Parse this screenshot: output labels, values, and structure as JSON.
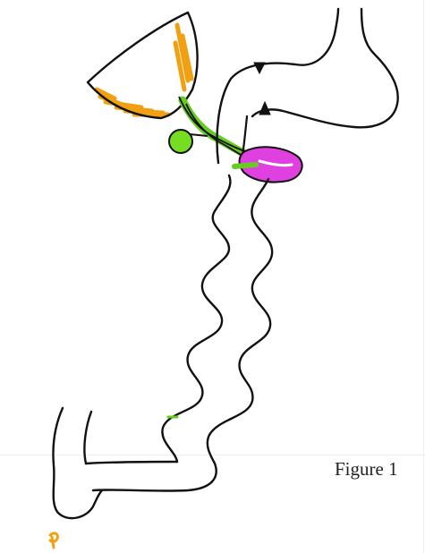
{
  "caption": "Figure 1",
  "colors": {
    "outline": "#111111",
    "liver": "#f0a010",
    "bile_duct": "#66cc22",
    "gallbladder": "#77dd22",
    "pancreas": "#e040e0",
    "marker": "#f0a010"
  },
  "parts": [
    "liver",
    "gallbladder",
    "bile-duct",
    "stomach",
    "pancreas",
    "small-intestine",
    "large-intestine"
  ]
}
